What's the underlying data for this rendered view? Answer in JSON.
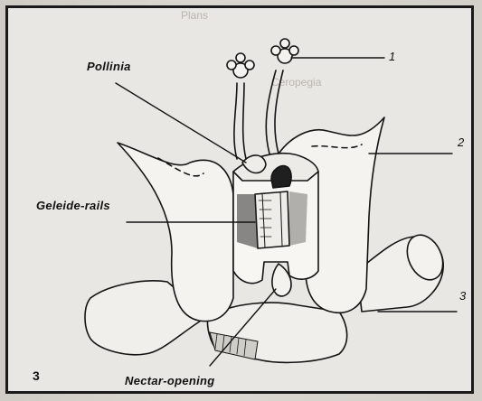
{
  "figure": {
    "number": "3",
    "labels": {
      "pollinia": "Pollinia",
      "geleide_rails": "Geleide-rails",
      "nectar_opening": "Nectar-opening",
      "callout_1": "1",
      "callout_2": "2",
      "callout_3": "3"
    }
  },
  "background_text": [
    "Plans",
    "Ceropegia"
  ]
}
